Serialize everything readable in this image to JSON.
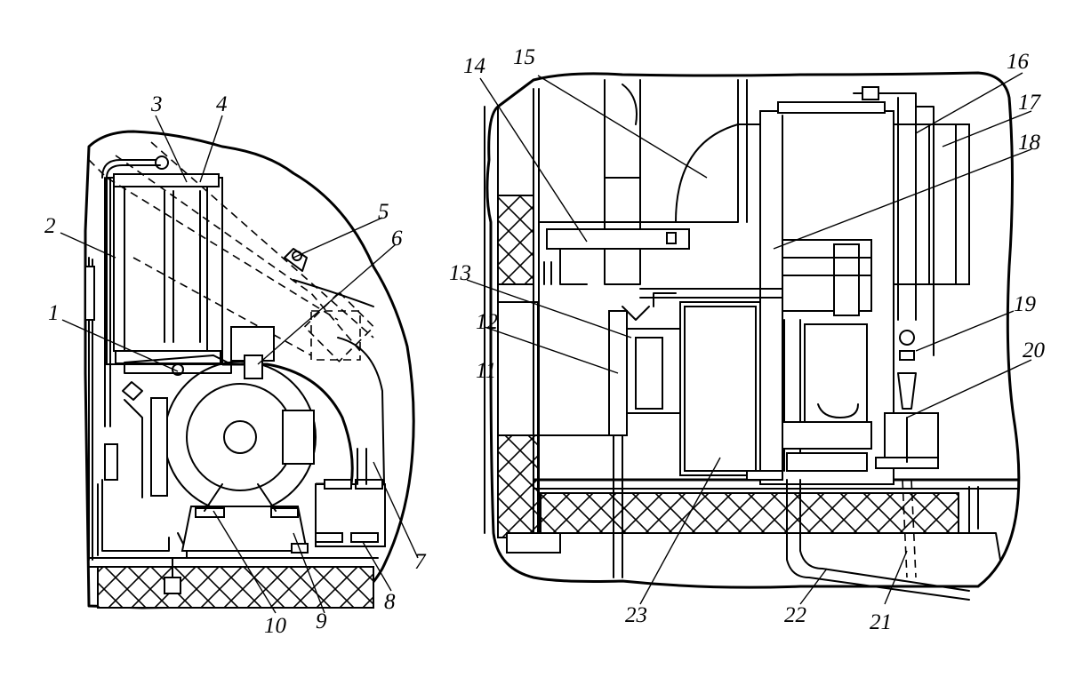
{
  "labels": [
    "1",
    "2",
    "3",
    "4",
    "5",
    "6",
    "7",
    "8",
    "9",
    "10",
    "11",
    "12",
    "13",
    "14",
    "15",
    "16",
    "17",
    "18",
    "19",
    "20",
    "21",
    "22",
    "23"
  ]
}
